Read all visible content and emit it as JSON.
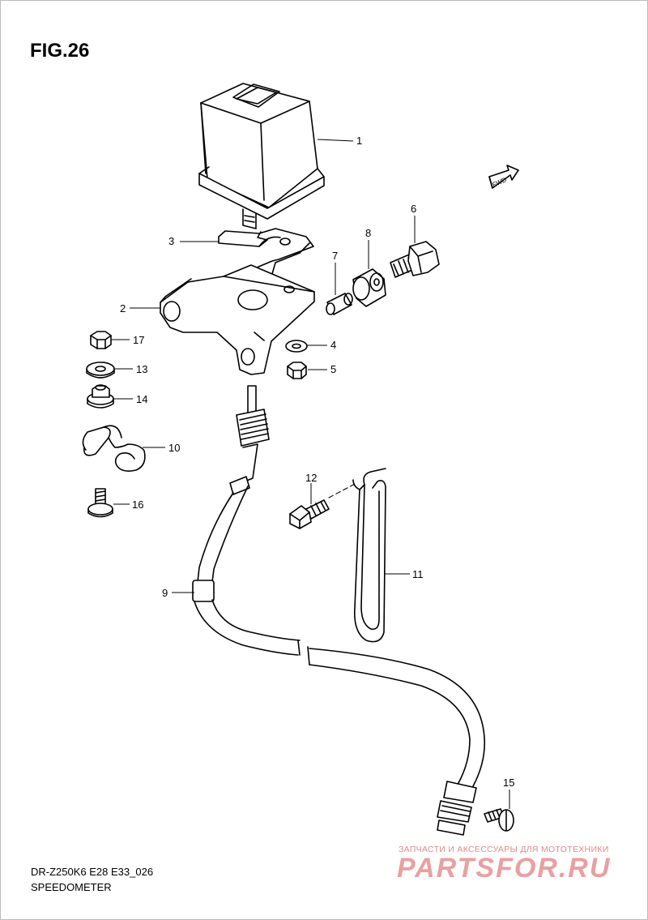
{
  "figure": {
    "title": "FIG.26",
    "model": "DR-Z250K6 E28 E33_026",
    "section": "SPEEDOMETER"
  },
  "fwd_label": "FWD",
  "callouts": [
    "1",
    "2",
    "3",
    "4",
    "5",
    "6",
    "7",
    "8",
    "9",
    "10",
    "11",
    "12",
    "13",
    "14",
    "15",
    "16",
    "17"
  ],
  "watermark": {
    "line1": "ЗАПЧАСТИ И АКСЕССУАРЫ ДЛЯ МОТОТЕХНИКИ",
    "line2": "PARTSFOR.RU"
  }
}
